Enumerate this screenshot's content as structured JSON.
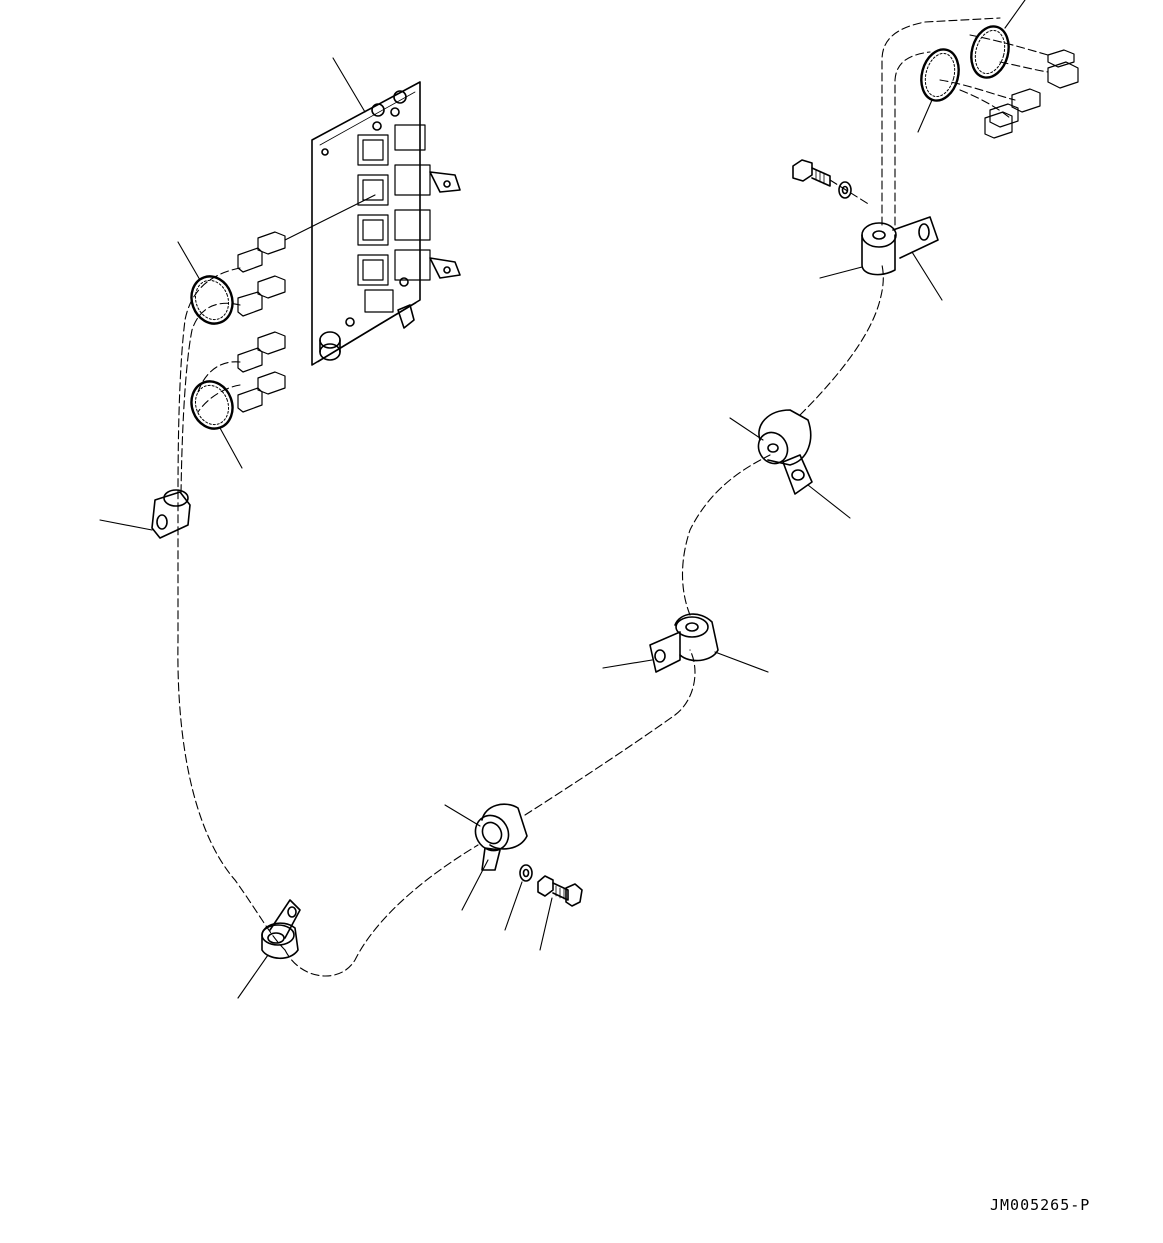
{
  "drawing": {
    "reference": "JM005265-P",
    "line_color": "#000000",
    "background": "#ffffff"
  },
  "parts": [
    {
      "name": "relay-panel",
      "icon": "relay-board-icon"
    },
    {
      "name": "clamp",
      "icon": "pipe-clamp-icon"
    },
    {
      "name": "band",
      "icon": "cable-band-icon"
    },
    {
      "name": "bolt",
      "icon": "bolt-icon"
    },
    {
      "name": "washer",
      "icon": "washer-icon"
    },
    {
      "name": "connector",
      "icon": "connector-icon"
    },
    {
      "name": "harness",
      "icon": "dashed-harness-icon"
    }
  ]
}
